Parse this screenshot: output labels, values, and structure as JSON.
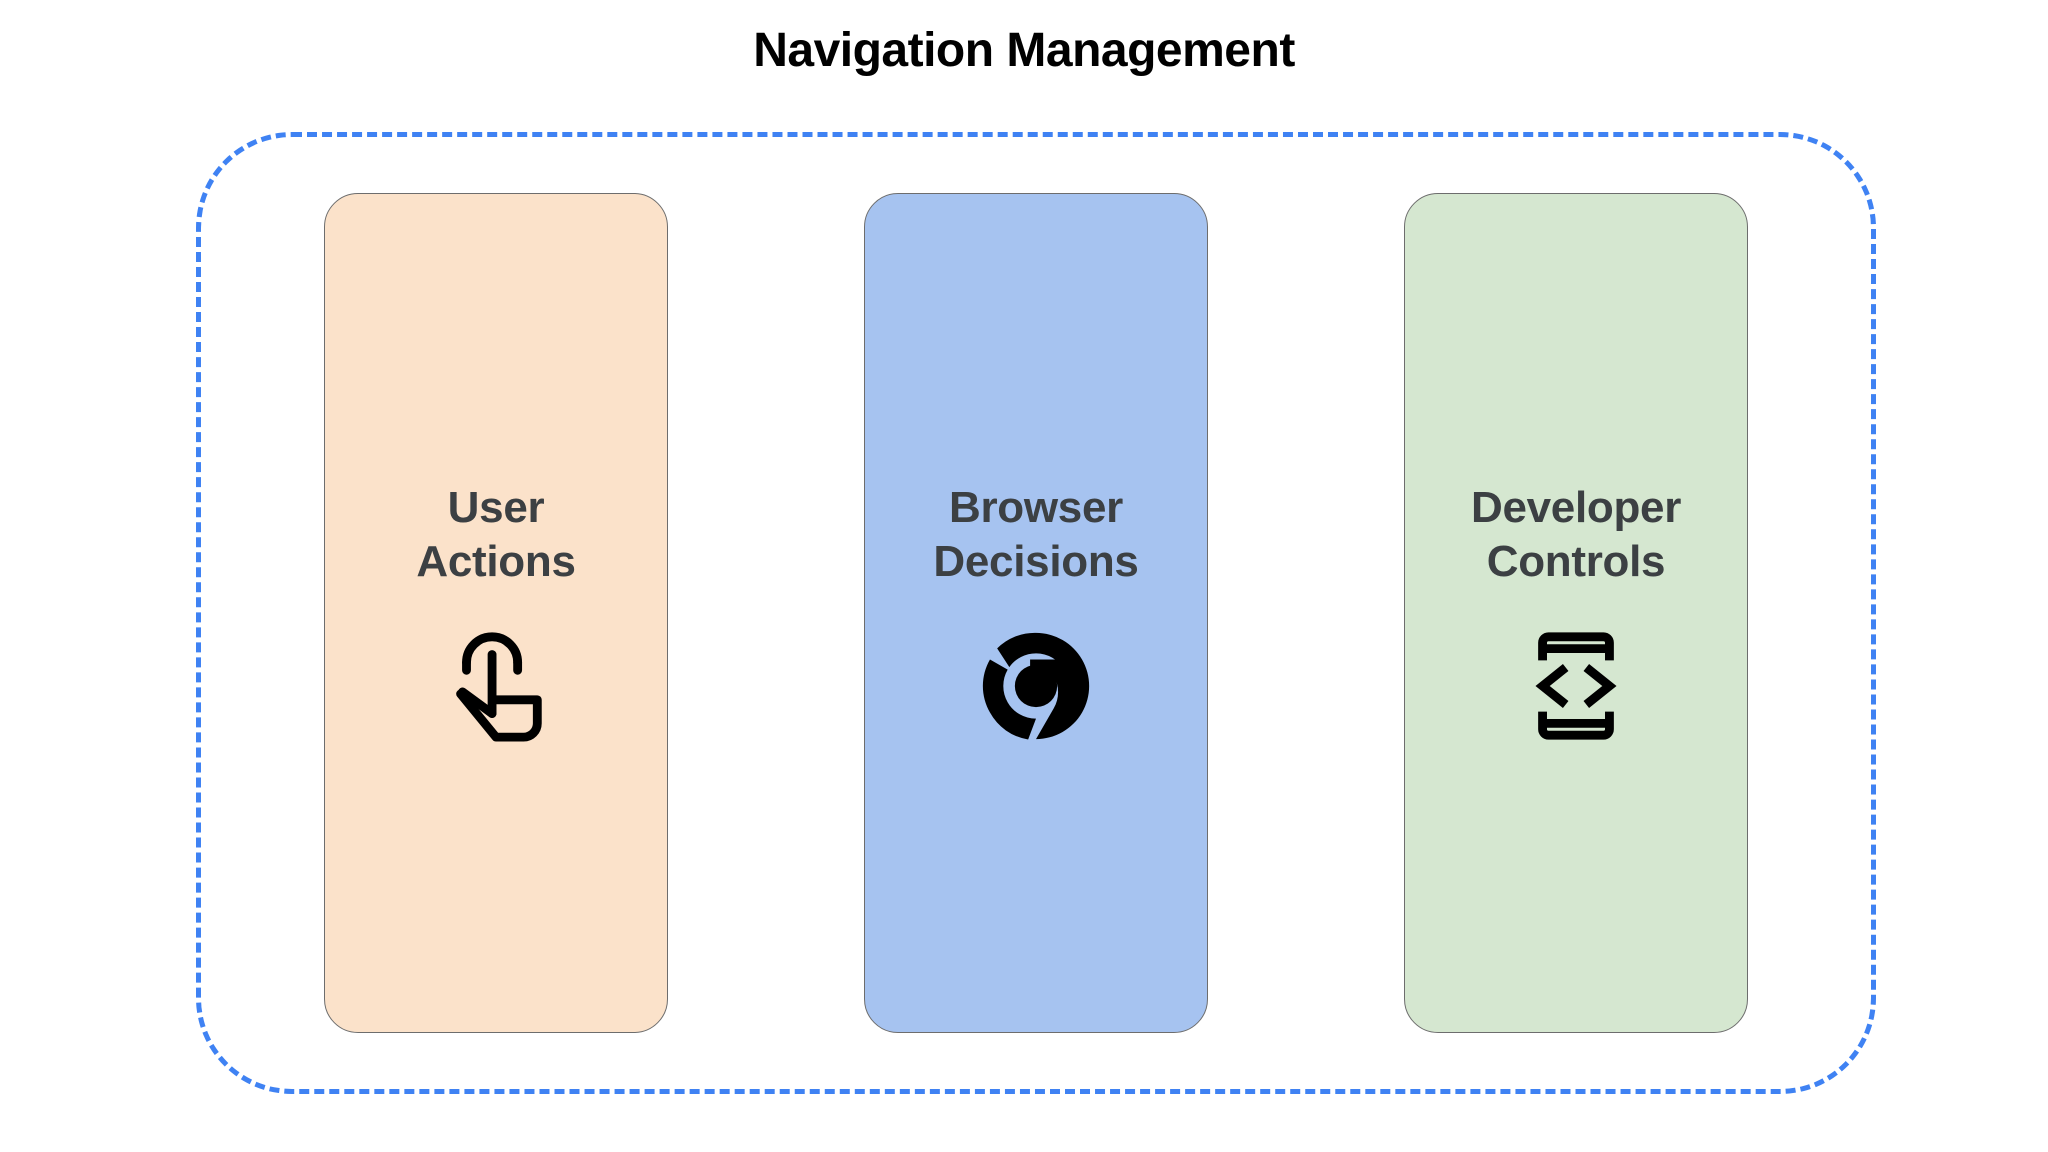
{
  "diagram": {
    "title": "Navigation Management",
    "frame": {
      "name": "navigation-management-group",
      "border_style": "dashed",
      "border_color": "#3f82f3"
    },
    "cards": [
      {
        "id": "user-actions",
        "label": "User\nActions",
        "label_line1": "User",
        "label_line2": "Actions",
        "icon": "touch-gesture-icon",
        "background": "#fbe2ca",
        "border_color": "#6d6d6d",
        "text_color": "#3c4043"
      },
      {
        "id": "browser-decisions",
        "label": "Browser\nDecisions",
        "label_line1": "Browser",
        "label_line2": "Decisions",
        "icon": "chrome-logo-icon",
        "background": "#a6c3f0",
        "border_color": "#6d6d6d",
        "text_color": "#3c4043"
      },
      {
        "id": "developer-controls",
        "label": "Developer\nControls",
        "label_line1": "Developer",
        "label_line2": "Controls",
        "icon": "developer-mode-code-icon",
        "background": "#d5e7d0",
        "border_color": "#6d6d6d",
        "text_color": "#3c4043"
      }
    ]
  },
  "colors": {
    "background": "#ffffff",
    "title": "#000000",
    "accent_dashed": "#3f82f3",
    "icon": "#000000"
  }
}
